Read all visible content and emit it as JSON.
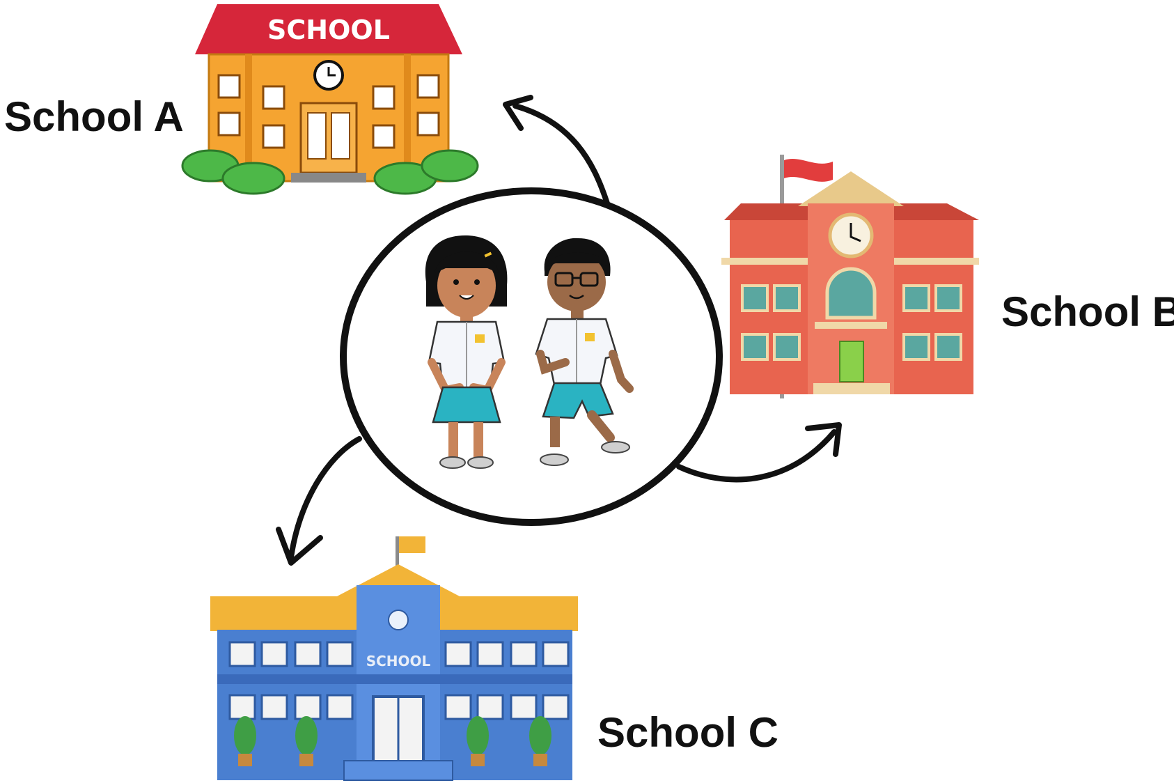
{
  "schools": [
    {
      "id": "a",
      "label": "School A",
      "sign": "SCHOOL",
      "color": "#f5a431"
    },
    {
      "id": "b",
      "label": "School B",
      "color": "#e8644f"
    },
    {
      "id": "c",
      "label": "School C",
      "sign": "SCHOOL",
      "color": "#4a7fd0"
    }
  ],
  "center": {
    "content": "two students in school uniforms"
  }
}
